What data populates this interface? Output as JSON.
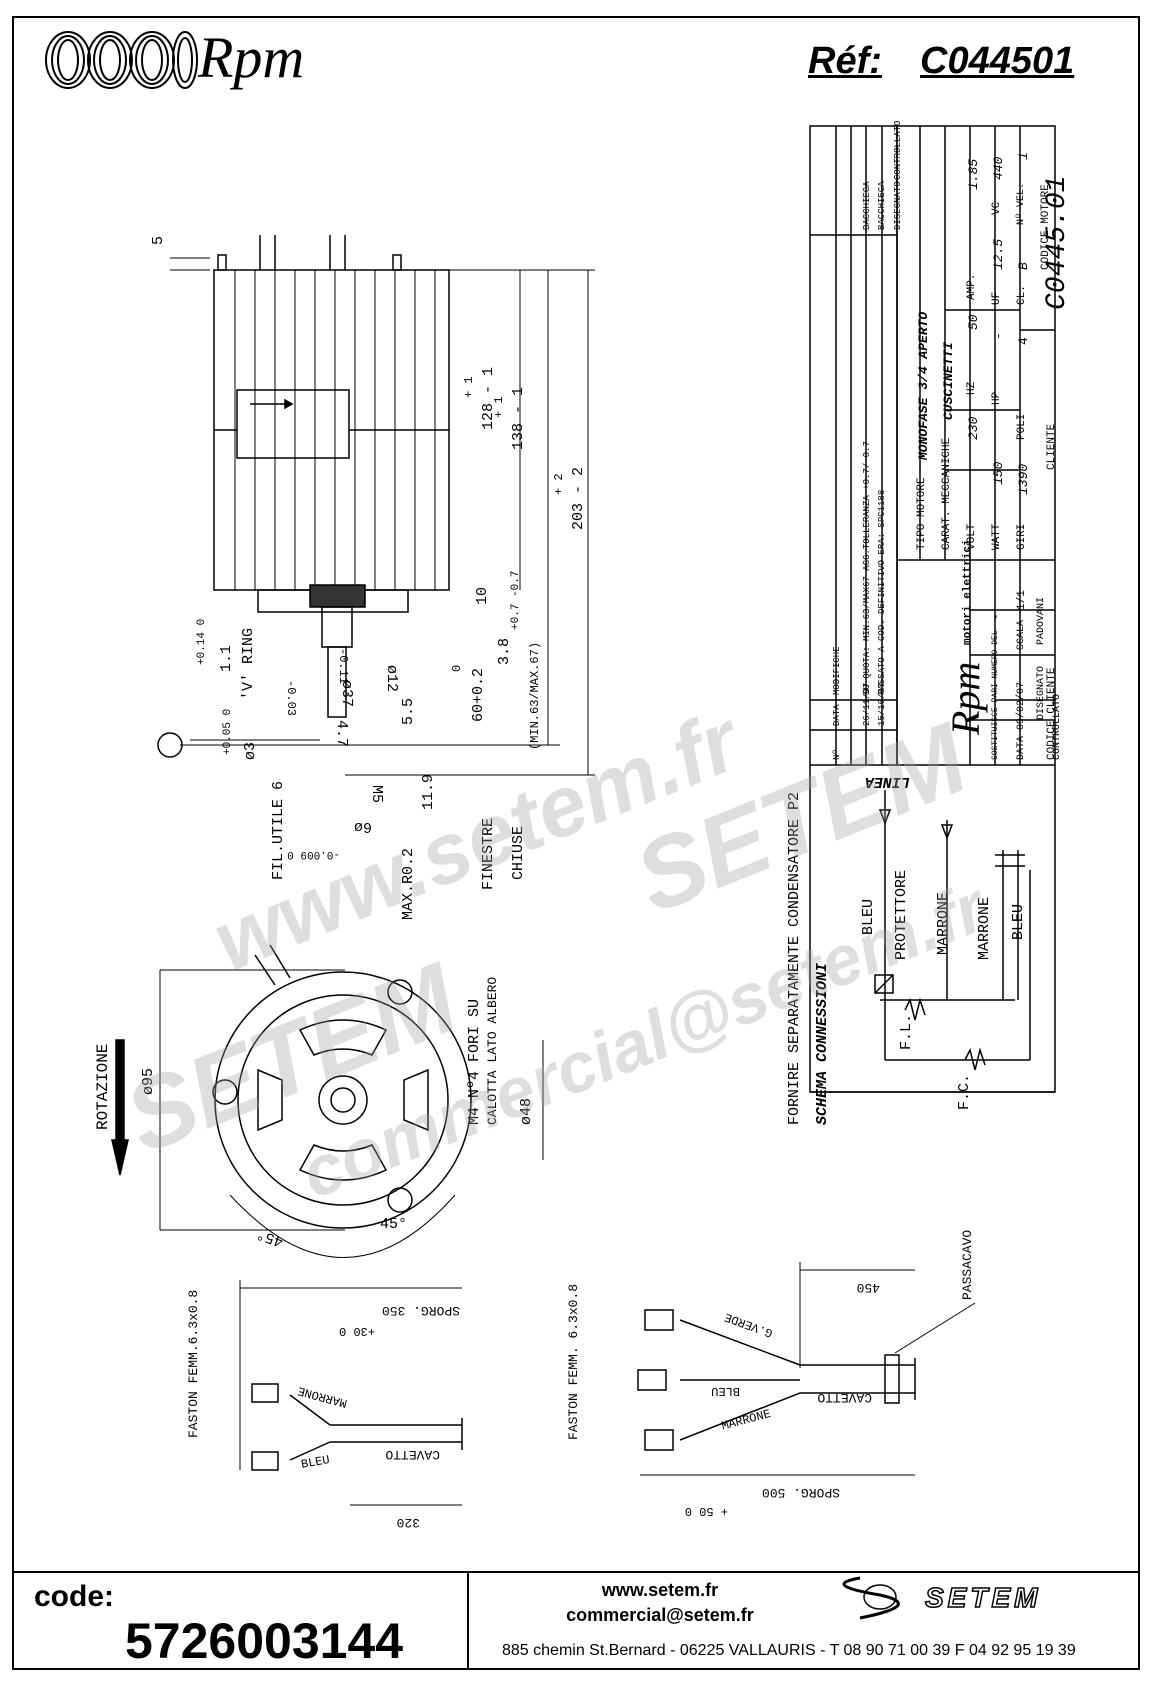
{
  "header": {
    "brand": "Rpm",
    "reference_label": "Réf:",
    "reference_value": "C044501"
  },
  "title_block": {
    "brand": "Rpm",
    "brand_sub": "motori elettrici",
    "tipo_motore_label": "TIPO MOTORE",
    "tipo_motore": "MONOFASE 3/4 APERTO",
    "carat_label": "CARAT. MECCANICHE",
    "carat": "CUSCINETTI",
    "volt_label": "VOLT",
    "volt": "230",
    "hz_label": "HZ",
    "hz": "50",
    "amp_label": "AMP.",
    "amp": "1.85",
    "watt_label": "WATT",
    "watt": "150",
    "hp_label": "HP",
    "hp": "-",
    "uf_label": "UF",
    "uf": "12.5",
    "vc_label": "VC",
    "vc": "440",
    "giri_label": "GIRI",
    "giri": "1390",
    "poli_label": "POLI",
    "poli": "4",
    "cl_label": "CL.",
    "cl": "B",
    "nvel_label": "Nº VEL.",
    "nvel": "1",
    "cliente_label": "CLIENTE",
    "codice_motore_label": "CODICE MOTORE",
    "codice_motore": "C0445.01",
    "codice_cliente_label": "CODICE CLIENTE",
    "modifiche_label": "MODIFICHE",
    "mod_2": "SU QUOTA: MIN.63/MAX67 AGG.TOLLERANZA +0.7/-0.7",
    "mod_1": "PASSATO A COD. DEFINITIVO ERA: SPC1188",
    "mod_2_date": "26/11/07",
    "mod_1_date": "15/10/07",
    "n_label": "Nº",
    "data_label": "DATA",
    "disegnato_label": "DISEGNATO",
    "controllato_label": "CONTROLLATO",
    "bacchiega_1": "BACCHIEGA",
    "bacchiega_2": "BACCHIEGA",
    "sostituisce_label": "SOSTITUISCE PARI NUMERO DEL",
    "sostituisce": "-",
    "data_date": "DATA 09/02/07",
    "scala_label": "SCALA",
    "scala": "1/1",
    "disegnato_by_label": "DISEGNATO",
    "disegnato_by": "PADOVANI",
    "controllato_by_label": "CONTROLLATO"
  },
  "drawing": {
    "dim_5": "5",
    "dim_128": "128 - 1",
    "dim_128_tol": "+ 1",
    "dim_138": "138 - 1",
    "dim_138_tol": "+ 1",
    "dim_203": "203 - 2",
    "dim_203_tol": "+ 2",
    "dim_10": "10",
    "dim_1_1": "1.1",
    "dim_1_1_tol": "+0.14 0",
    "dim_v_ring": "'V' RING",
    "dim_phi12": "ø12",
    "dim_phi12_tol": "-0.11",
    "dim_phi37": "ø37",
    "dim_phi37_tol": "-0.03",
    "dim_60": "60+0.2",
    "dim_60_tol": "0",
    "dim_3_8": "3.8",
    "dim_min_max": "(MIN.63/MAX.67)",
    "dim_min_max_tol": "+0.7 -0.7",
    "dim_5_5": "5.5",
    "dim_4_7": "4.7",
    "dim_phi3": "ø3",
    "dim_phi3_tol": "+0.05 0",
    "dim_fil_utile": "FIL.UTILE 6",
    "dim_m5": "M5",
    "dim_11_9": "11.9",
    "dim_phi6": "6ø",
    "dim_phi6_tol": "-0.009 0",
    "dim_max_r": "MAX.R0.2",
    "dim_finestre": "FINESTRE",
    "dim_chiuse": "CHIUSE",
    "rotazione": "ROTAZIONE",
    "dim_phi95": "ø95",
    "dim_phi48": "ø48",
    "dim_m4": "M4 Nº4 FORI SU",
    "dim_calotta": "CALOTTA LATO ALBERO",
    "dim_45a": "45°",
    "dim_45b": "45°"
  },
  "wiring": {
    "fornire": "FORNIRE SEPARATAMENTE CONDENSATORE P2",
    "schema": "SCHEMA CONNESSIONI",
    "linea": "LINEA",
    "bleu1": "BLEU",
    "protettore": "PROTETTORE",
    "marrone1": "MARRONE",
    "marrone2": "MARRONE",
    "bleu2": "BLEU",
    "fl": "F.L.",
    "fc": "F.C."
  },
  "cable_left": {
    "faston": "FASTON FEMM.6.3x0.8",
    "sporg": "SPORG. 350",
    "sporg_tol": "+30 0",
    "marrone": "MARRONE",
    "bleu": "BLEU",
    "cavetto": "CAVETTO",
    "dim_320": "320"
  },
  "cable_right": {
    "faston": "FASTON FEMM. 6.3x0.8",
    "dim_450": "450",
    "passacavo": "PASSACAVO",
    "gverde": "G.VERDE",
    "bleu": "BLEU",
    "marrone": "MARRONE",
    "cavetto": "CAVETTO",
    "sporg": "SPORG. 500",
    "sporg_tol": "+ 50 0"
  },
  "footer": {
    "code_label": "code:",
    "code_value": "5726003144",
    "website": "www.setem.fr",
    "email": "commercial@setem.fr",
    "address": "885 chemin St.Bernard  -  06225 VALLAURIS  -  T 08 90 71 00 39   F 04 92 95 19 39",
    "setem_logo": "SETEM"
  },
  "watermark": {
    "line1": "www.setem.fr",
    "line2": "SETEM",
    "line3": "SETEM",
    "line4": "commercial@setem.fr"
  }
}
